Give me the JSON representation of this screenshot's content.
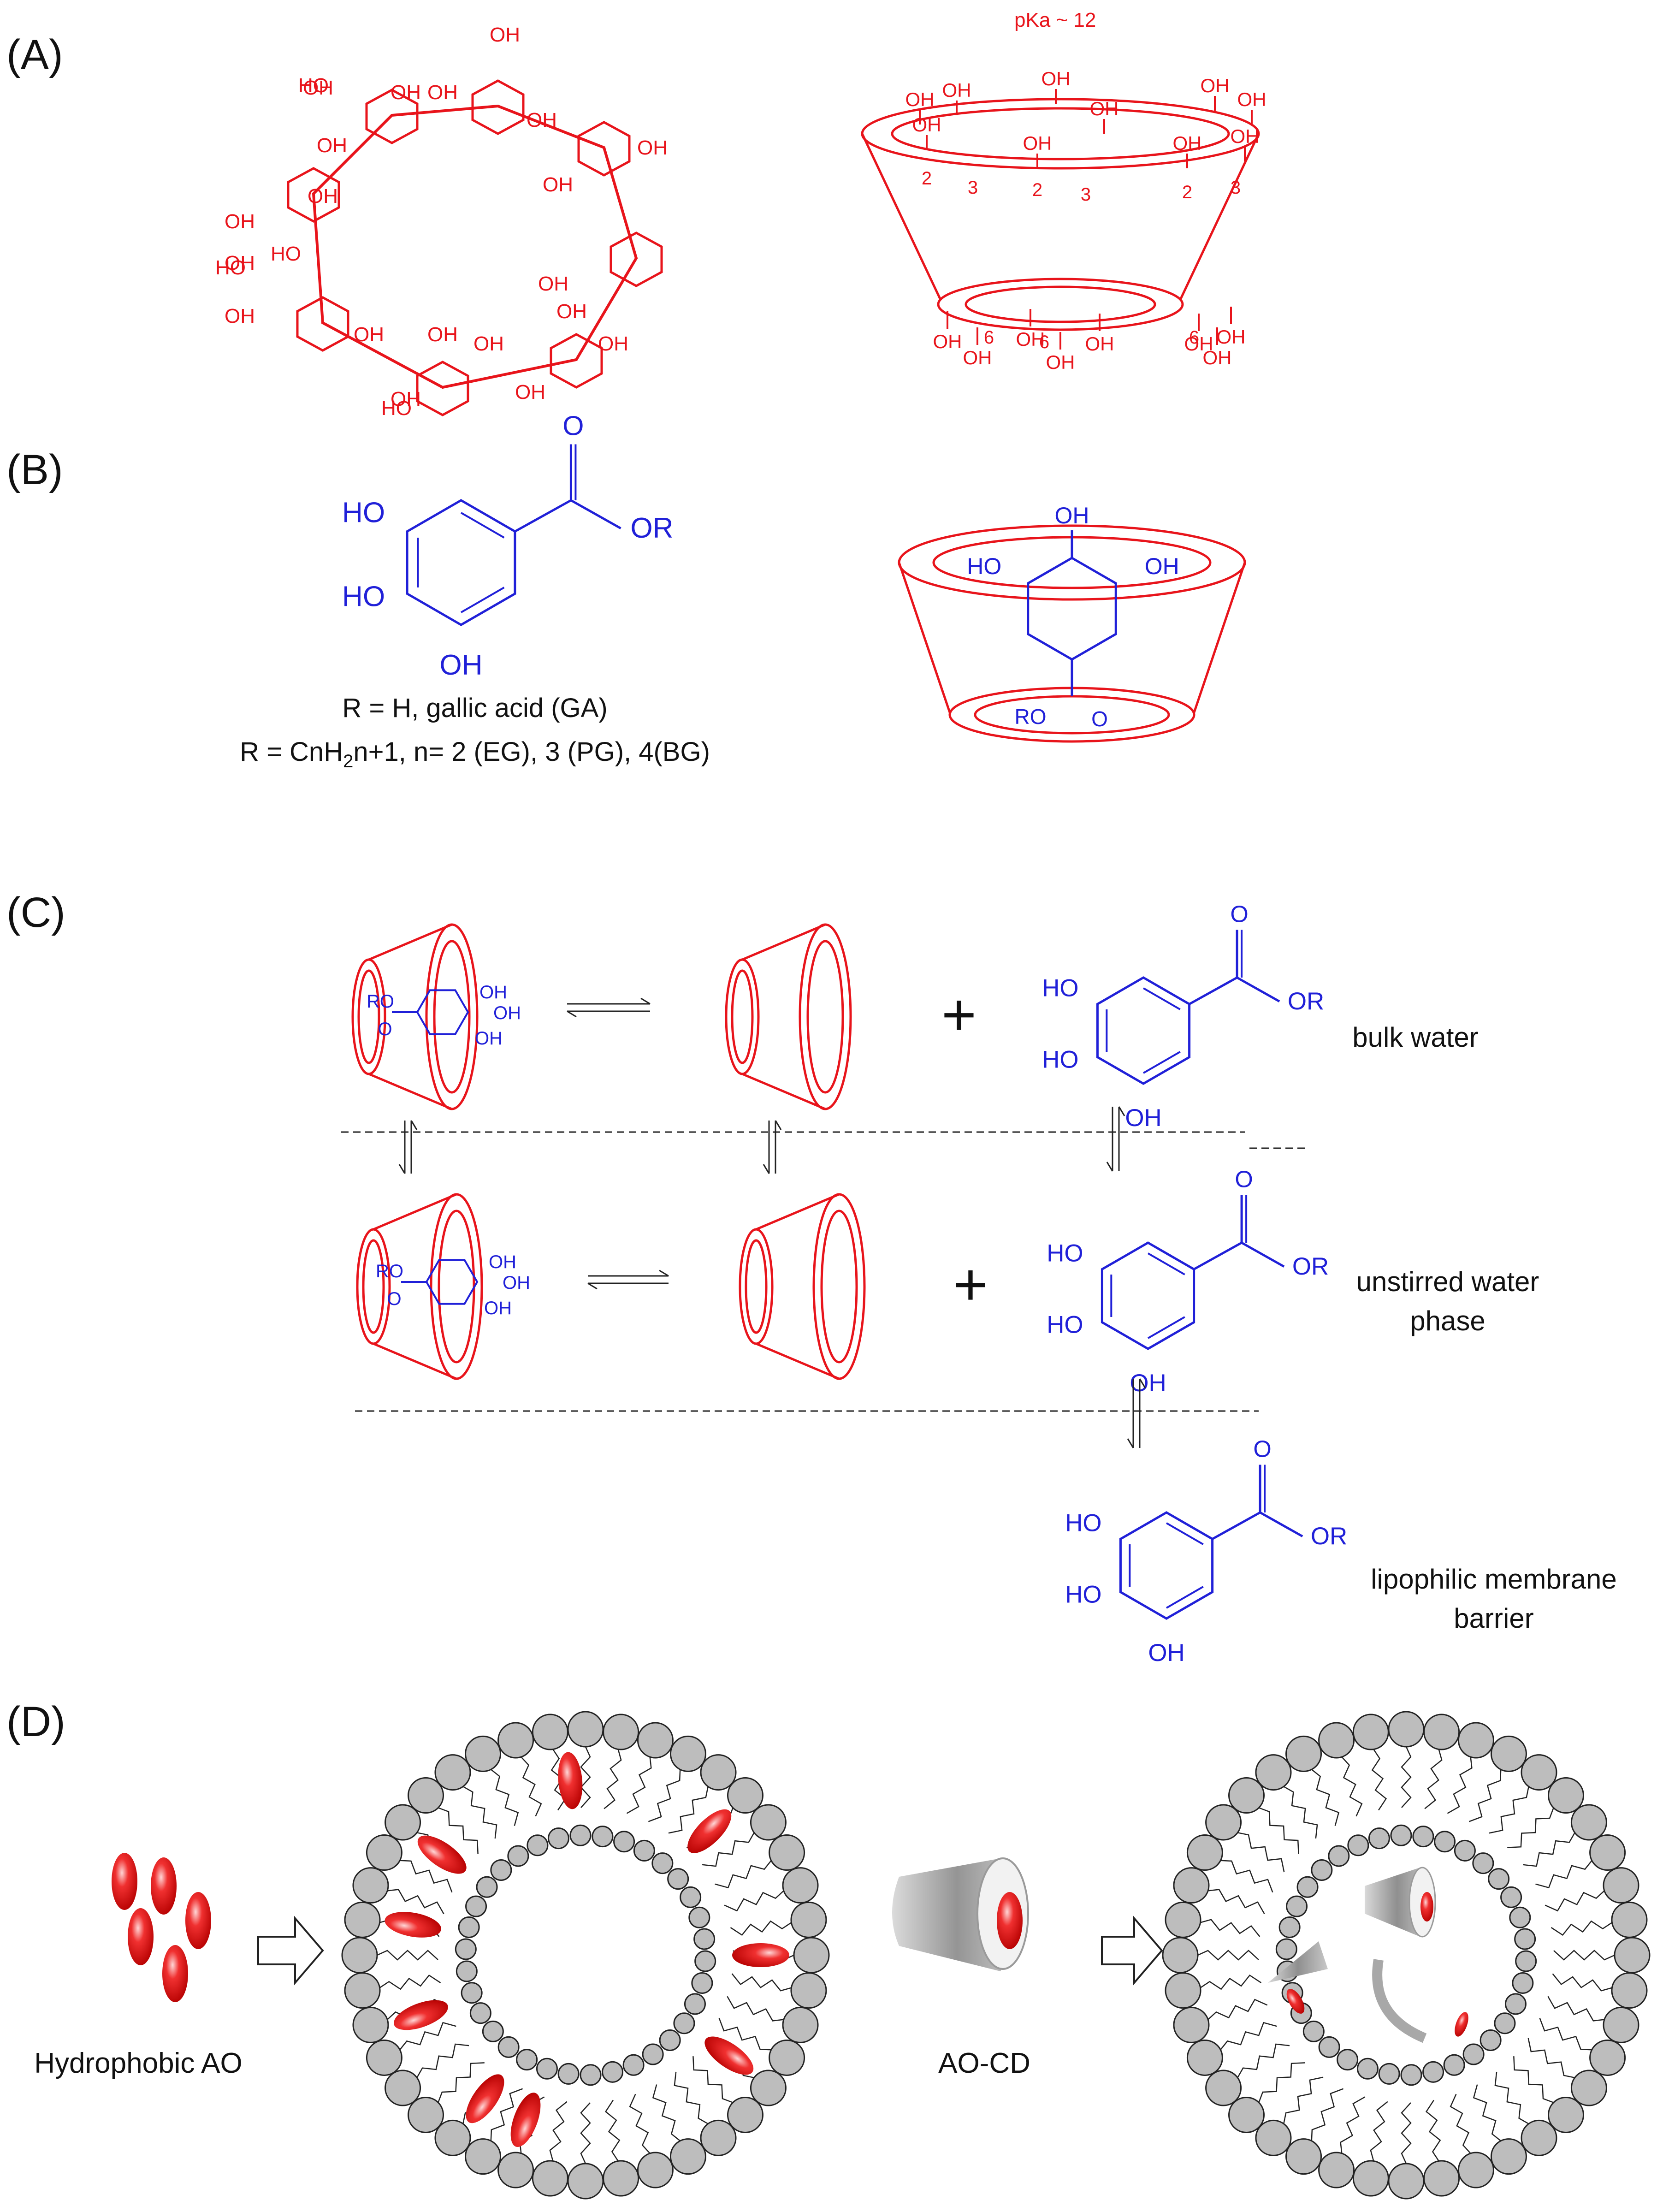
{
  "colors": {
    "cyclodextrin": "#e8141b",
    "gallate": "#2020d8",
    "text": "#111111",
    "lipid_head": "#bdbdbd",
    "antioxidant": "#e8141b"
  },
  "panels": {
    "A": {
      "label": "(A)",
      "pka": "pKa ~ 12",
      "hydroxyl": "OH",
      "hydroxyl_left": "HO",
      "pos_2": "2",
      "pos_3": "3",
      "pos_6": "6"
    },
    "B": {
      "label": "(B)",
      "hydroxyl": "OH",
      "hydroxyl_left": "HO",
      "ester": "OR",
      "ester_left": "RO",
      "oxygen": "O",
      "caption_line1": "R = H, gallic acid (GA)",
      "caption_line2": "R = CnH2n+1, n= 2 (EG), 3 (PG), 4(BG)"
    },
    "C": {
      "label": "(C)",
      "plus": "+",
      "ester": "OR",
      "ester_left": "RO",
      "hydroxyl": "OH",
      "hydroxyl_left": "HO",
      "oxygen": "O",
      "phase_bulk": "bulk water",
      "phase_unstirred_1": "unstirred water",
      "phase_unstirred_2": "phase",
      "phase_membrane_1": "lipophilic membrane",
      "phase_membrane_2": "barrier"
    },
    "D": {
      "label": "(D)",
      "hydrophobic_label": "Hydrophobic AO",
      "complex_label": "AO-CD"
    }
  }
}
